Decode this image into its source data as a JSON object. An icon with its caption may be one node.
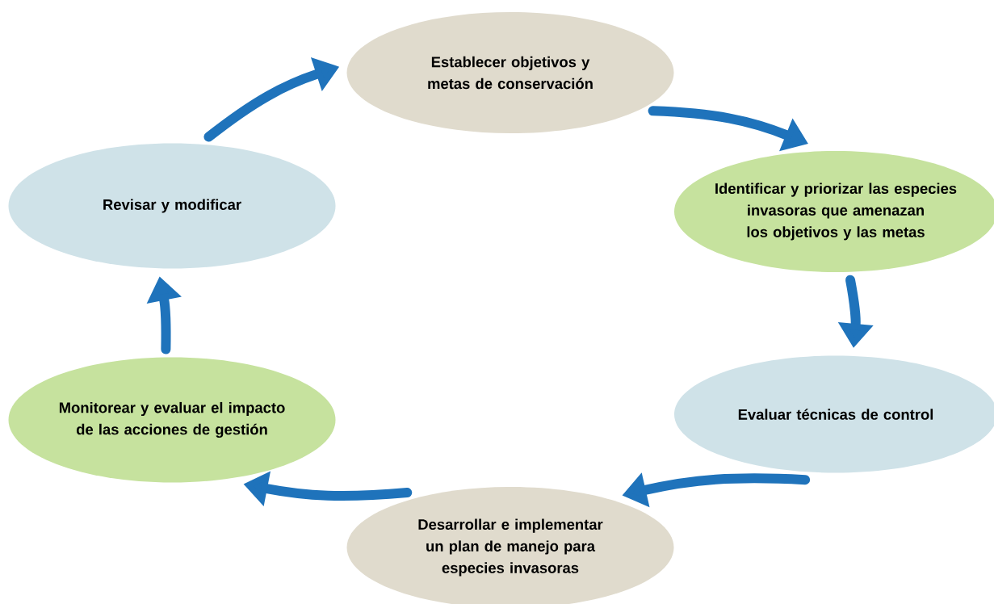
{
  "diagram": {
    "nodes": [
      {
        "text": [
          "Establecer objetivos y metas de conservación"
        ]
      },
      {
        "text": [
          "Identificar y priorizar las especies invasoras que amenazan los objetivos y las metas"
        ]
      },
      {
        "text": [
          "Evaluar técnicas de control"
        ]
      },
      {
        "text": [
          "Desarrollar e implementar un plan de manejo para especies invasoras"
        ]
      },
      {
        "text": [
          "Monitorear y evaluar el impacto de las acciones de gestión"
        ]
      },
      {
        "text": [
          "Revisar y modificar"
        ]
      }
    ],
    "edges": [
      {
        "from": 0,
        "to": 1,
        "arrow": "to"
      },
      {
        "from": 1,
        "to": 2,
        "arrow": "to"
      },
      {
        "from": 2,
        "to": 3,
        "arrow": "to"
      },
      {
        "from": 3,
        "to": 4,
        "arrow": "to"
      },
      {
        "from": 4,
        "to": 5,
        "arrow": "to"
      },
      {
        "from": 5,
        "to": 0,
        "arrow": "to"
      }
    ]
  }
}
